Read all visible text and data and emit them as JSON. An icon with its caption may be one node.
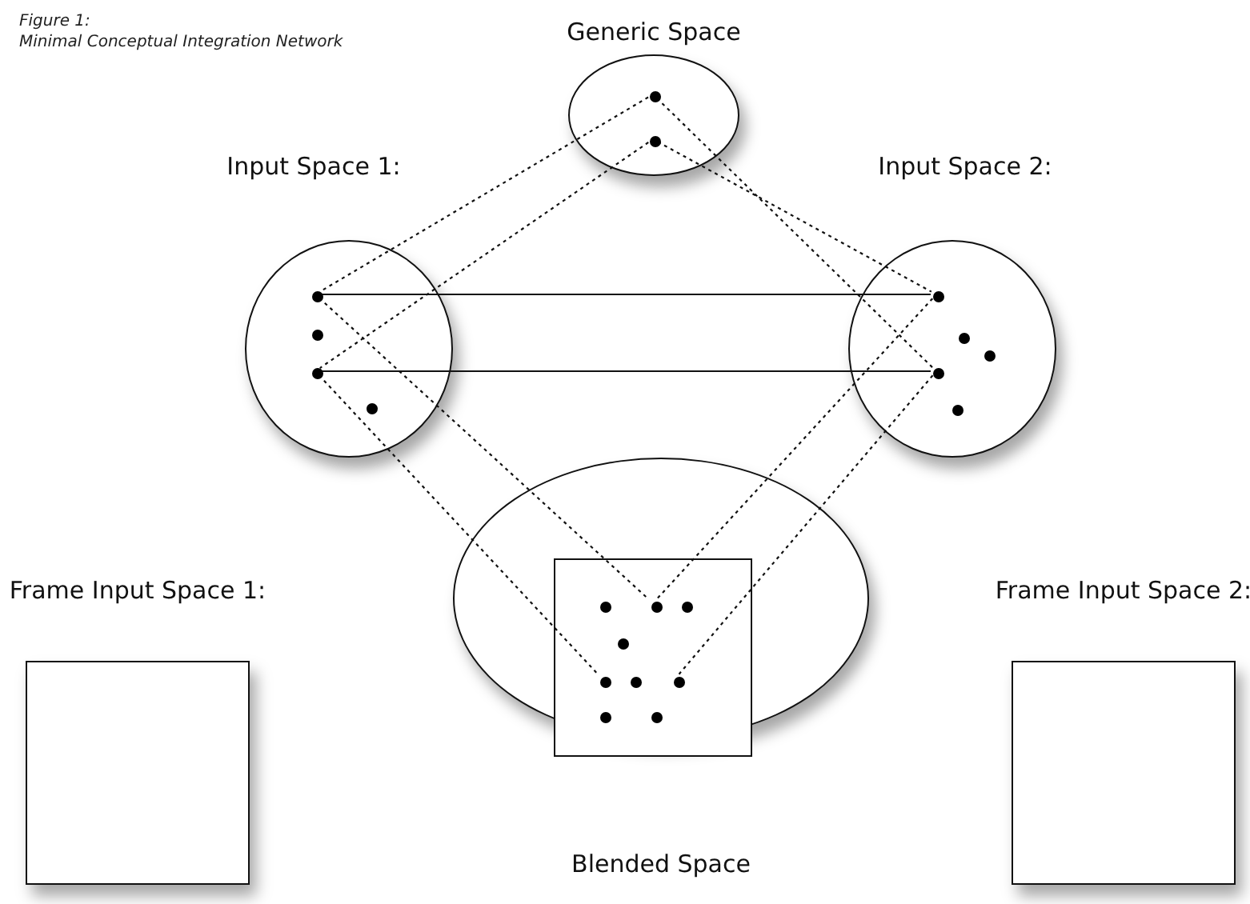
{
  "diagram": {
    "title": "Figure 1:",
    "caption": "Minimal Conceptual Integration Network",
    "nodes": [
      {
        "text": [
          "Generic Space"
        ]
      },
      {
        "text": [],
        "shape": "circle",
        "in": 0
      },
      {
        "text": [],
        "shape": "circle",
        "in": 0
      },
      {
        "text": [
          "Input Space 1:"
        ]
      },
      {
        "text": [],
        "shape": "circle",
        "in": 3
      },
      {
        "text": [],
        "shape": "circle",
        "in": 3
      },
      {
        "text": [],
        "shape": "circle",
        "in": 3
      },
      {
        "text": [],
        "shape": "circle",
        "in": 3
      },
      {
        "text": [
          "Input Space 2:"
        ]
      },
      {
        "text": [],
        "shape": "circle",
        "in": 8
      },
      {
        "text": [],
        "shape": "circle",
        "in": 8
      },
      {
        "text": [],
        "shape": "circle",
        "in": 8
      },
      {
        "text": [],
        "shape": "circle",
        "in": 8
      },
      {
        "text": [],
        "shape": "circle",
        "in": 8
      },
      {
        "text": [
          "Blended Space"
        ]
      },
      {
        "text": [],
        "shape": "box",
        "in": 14
      },
      {
        "text": [],
        "shape": "circle",
        "in": 15
      },
      {
        "text": [],
        "shape": "circle",
        "in": 15
      },
      {
        "text": [],
        "shape": "circle",
        "in": 15
      },
      {
        "text": [],
        "shape": "circle",
        "in": 15
      },
      {
        "text": [],
        "shape": "circle",
        "in": 15
      },
      {
        "text": [],
        "shape": "circle",
        "in": 15
      },
      {
        "text": [],
        "shape": "circle",
        "in": 15
      },
      {
        "text": [],
        "shape": "circle",
        "in": 15
      },
      {
        "text": [],
        "shape": "circle",
        "in": 15
      },
      {
        "text": [
          "Frame Input Space 1:"
        ]
      },
      {
        "text": [
          "Frame Input Space 2:"
        ]
      }
    ],
    "edges": [
      {
        "from": 1,
        "to": 4,
        "arrow": "none",
        "style": "dashed"
      },
      {
        "from": 1,
        "to": 12,
        "arrow": "none",
        "style": "dashed"
      },
      {
        "from": 2,
        "to": 6,
        "arrow": "none",
        "style": "dashed"
      },
      {
        "from": 2,
        "to": 9,
        "arrow": "none",
        "style": "dashed"
      },
      {
        "from": 4,
        "to": 9,
        "arrow": "none"
      },
      {
        "from": 6,
        "to": 12,
        "arrow": "none"
      },
      {
        "from": 4,
        "to": 17,
        "arrow": "none",
        "style": "dashed"
      },
      {
        "from": 6,
        "to": 20,
        "arrow": "none",
        "style": "dashed"
      },
      {
        "from": 9,
        "to": 17,
        "arrow": "none",
        "style": "dashed"
      },
      {
        "from": 12,
        "to": 22,
        "arrow": "none",
        "style": "dashed"
      }
    ]
  }
}
